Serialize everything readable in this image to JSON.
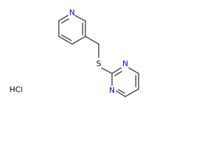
{
  "molecule": {
    "atoms": {
      "pyridine_n": "N",
      "sulfur": "S",
      "pyrimidine_n1": "N",
      "pyrimidine_n3": "N"
    },
    "salt": "HCl"
  },
  "colors": {
    "nitrogen": "#0000ff",
    "sulfur": "#000000",
    "bond": "#404040",
    "salt": "#000000"
  }
}
